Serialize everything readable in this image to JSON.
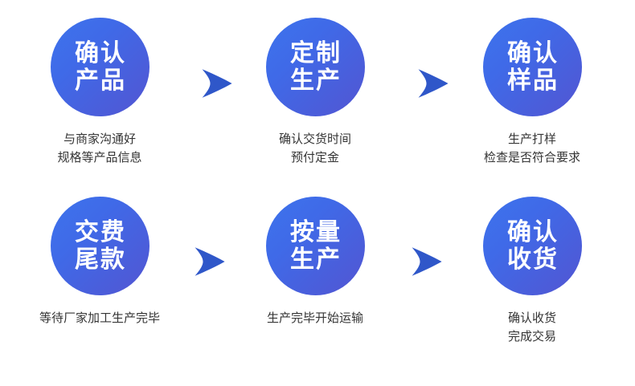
{
  "theme": {
    "page_background": "#ffffff",
    "circle_gradient_start": "#3e74ec",
    "circle_gradient_end": "#5355d2",
    "circle_label_color": "#ffffff",
    "caption_color": "#353535",
    "arrow_color": "#2f57c9"
  },
  "flow": {
    "arrow_icon_name": "chevron-right-arrow-icon",
    "rows": [
      {
        "row_id": "row-1",
        "steps": [
          {
            "step_id": "step-confirm-product",
            "circle_lines": [
              "确认",
              "产品"
            ],
            "caption_lines": [
              "与商家沟通好",
              "规格等产品信息"
            ]
          },
          {
            "step_id": "step-custom-production",
            "circle_lines": [
              "定制",
              "生产"
            ],
            "caption_lines": [
              "确认交货时间",
              "预付定金"
            ]
          },
          {
            "step_id": "step-confirm-sample",
            "circle_lines": [
              "确认",
              "样品"
            ],
            "caption_lines": [
              "生产打样",
              "检查是否符合要求"
            ]
          }
        ]
      },
      {
        "row_id": "row-2",
        "steps": [
          {
            "step_id": "step-pay-balance",
            "circle_lines": [
              "交费",
              "尾款"
            ],
            "caption_lines": [
              "等待厂家加工生产完毕"
            ]
          },
          {
            "step_id": "step-produce-by-quantity",
            "circle_lines": [
              "按量",
              "生产"
            ],
            "caption_lines": [
              "生产完毕开始运输"
            ]
          },
          {
            "step_id": "step-confirm-receipt",
            "circle_lines": [
              "确认",
              "收货"
            ],
            "caption_lines": [
              "确认收货",
              "完成交易"
            ]
          }
        ]
      }
    ]
  }
}
